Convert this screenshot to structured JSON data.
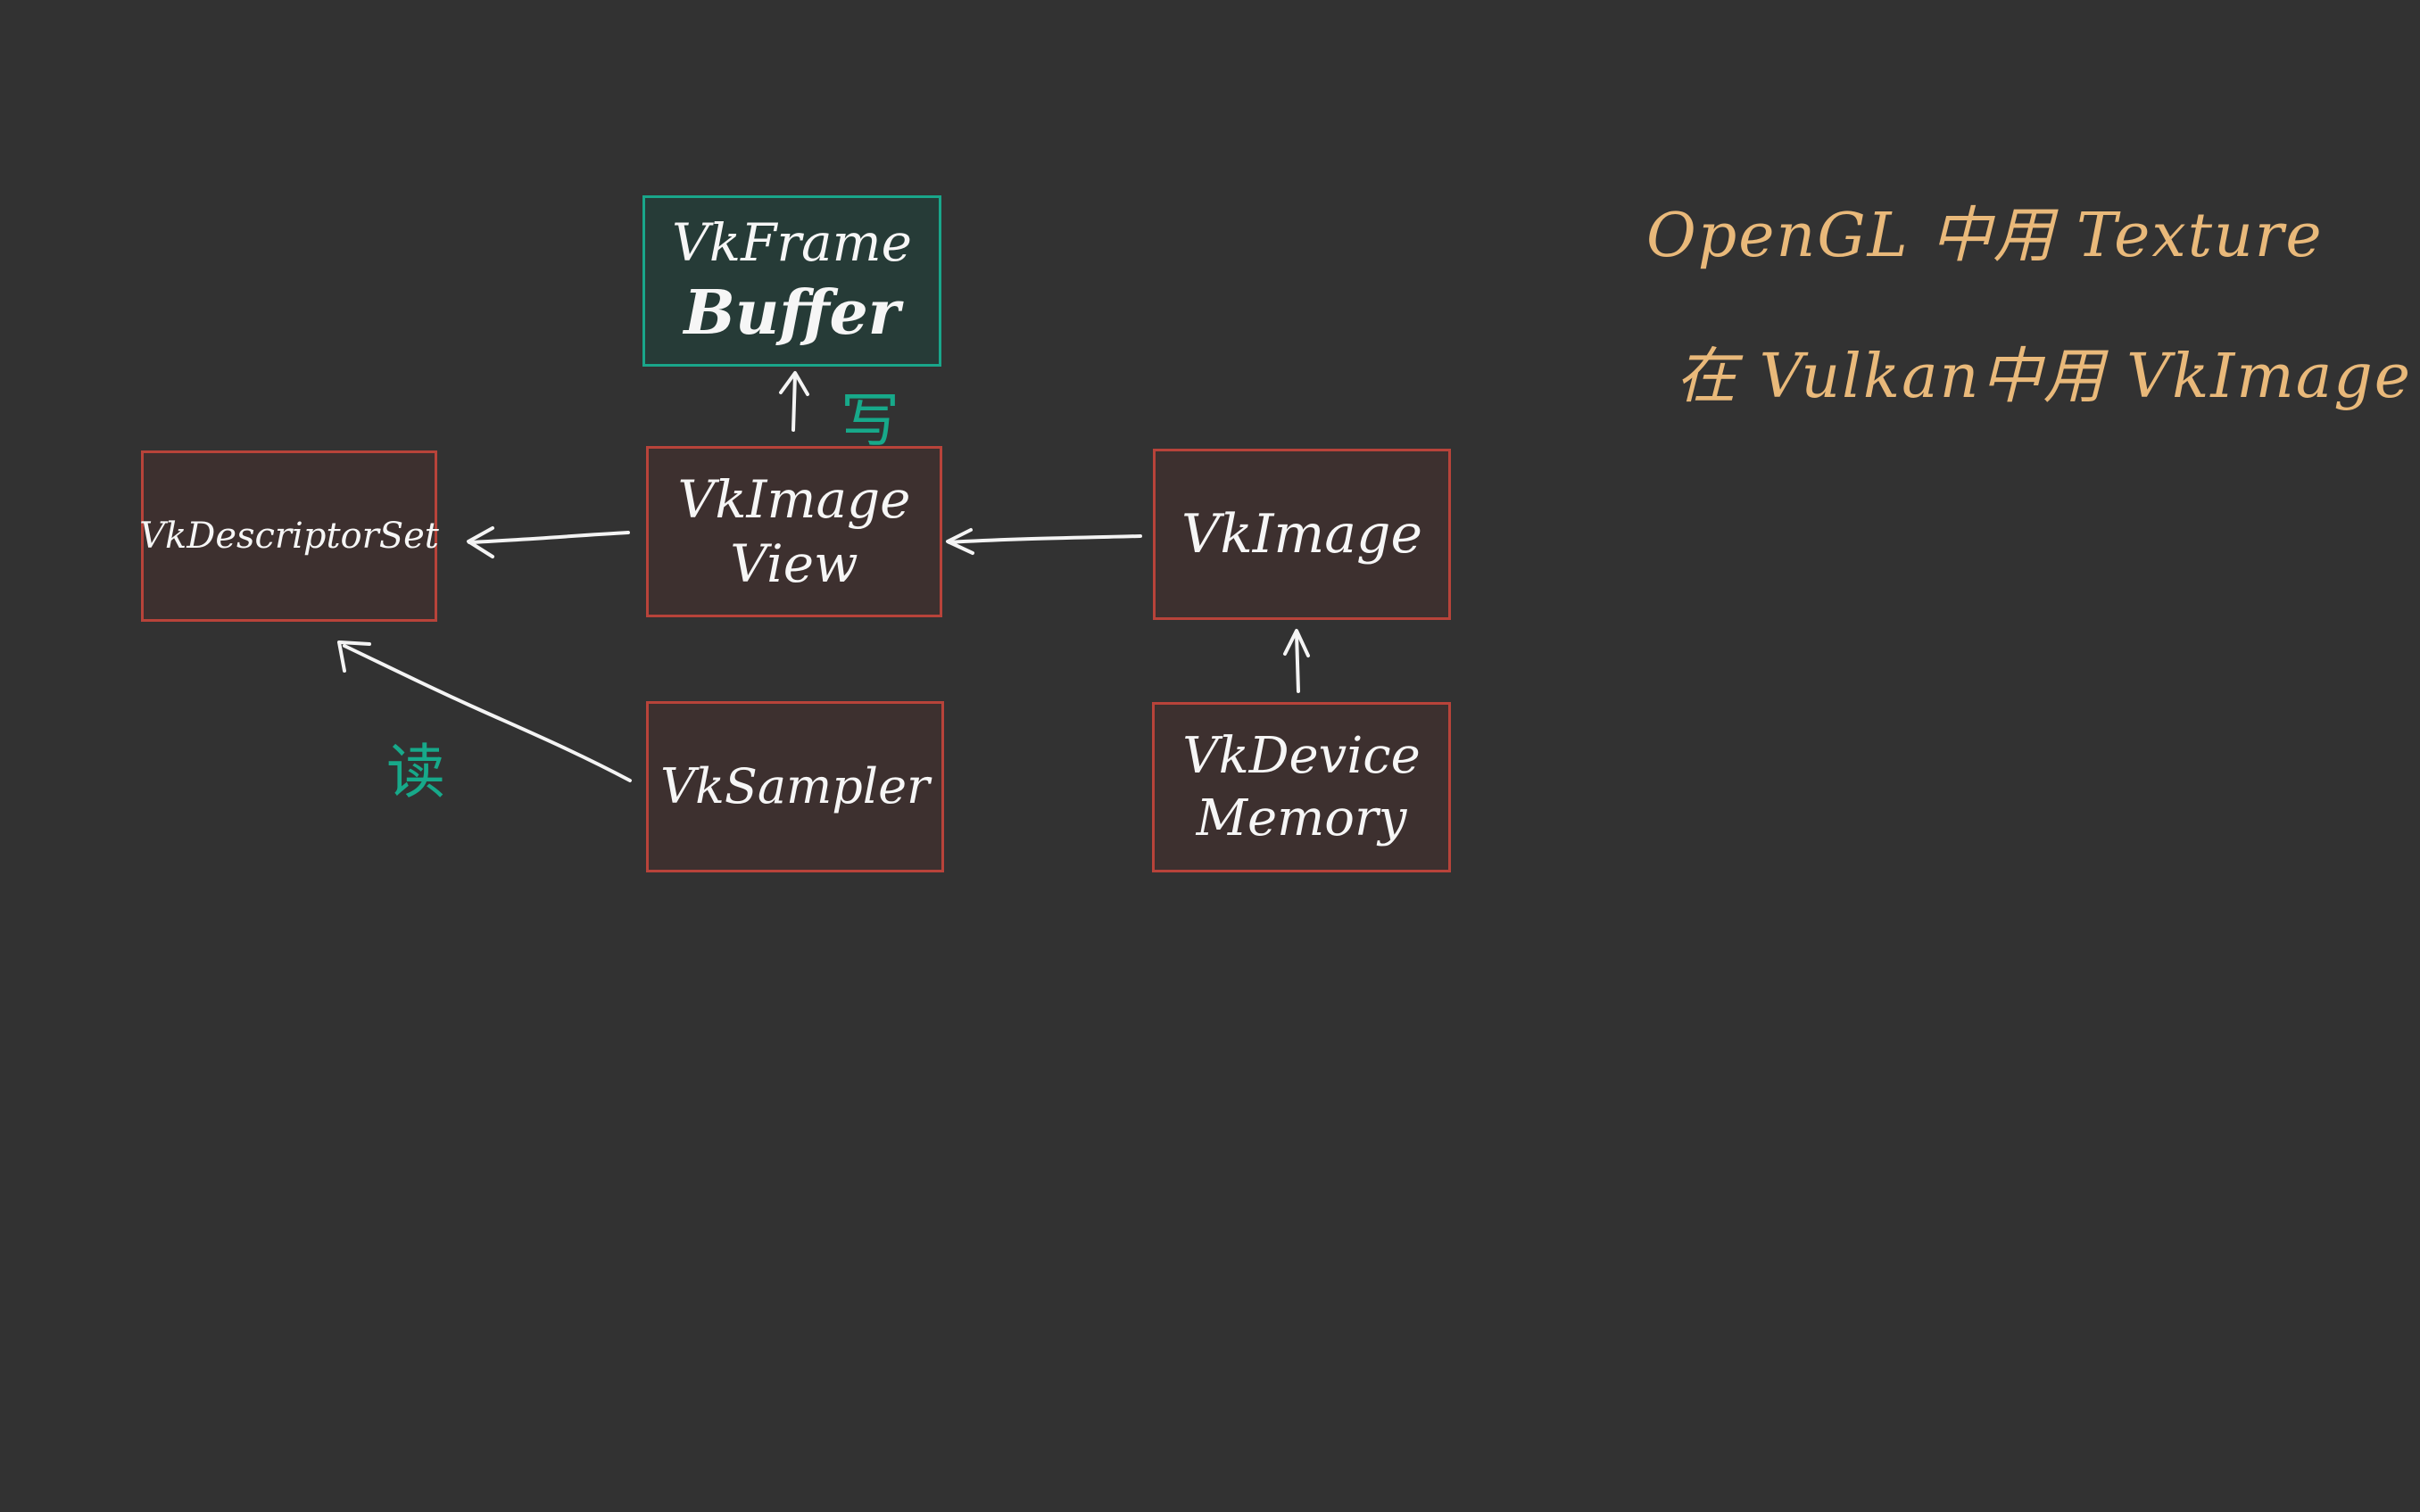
{
  "nodes": {
    "framebuffer": {
      "line1": "VkFrame",
      "line2": "Buffer"
    },
    "imageview": {
      "line1": "VkImage",
      "line2": "View"
    },
    "descriptorset": {
      "line1": "VkDescriptorSet"
    },
    "image": {
      "line1": "VkImage"
    },
    "sampler": {
      "line1": "VkSampler"
    },
    "devicememory": {
      "line1": "VkDevice",
      "line2": "Memory"
    }
  },
  "edge_labels": {
    "write": "写",
    "read": "读"
  },
  "notes": {
    "opengl": "OpenGL 中用 Texture",
    "vulkan": "在 Vulkan中用 VkImage"
  },
  "colors": {
    "background": "#323232",
    "box_border": "#b8433a",
    "box_fill": "#3d302f",
    "highlight_border": "#19a68a",
    "highlight_fill": "#263b37",
    "label_green": "#17a98a",
    "note_gold": "#e9b97a",
    "ink": "#f6f6f6"
  }
}
